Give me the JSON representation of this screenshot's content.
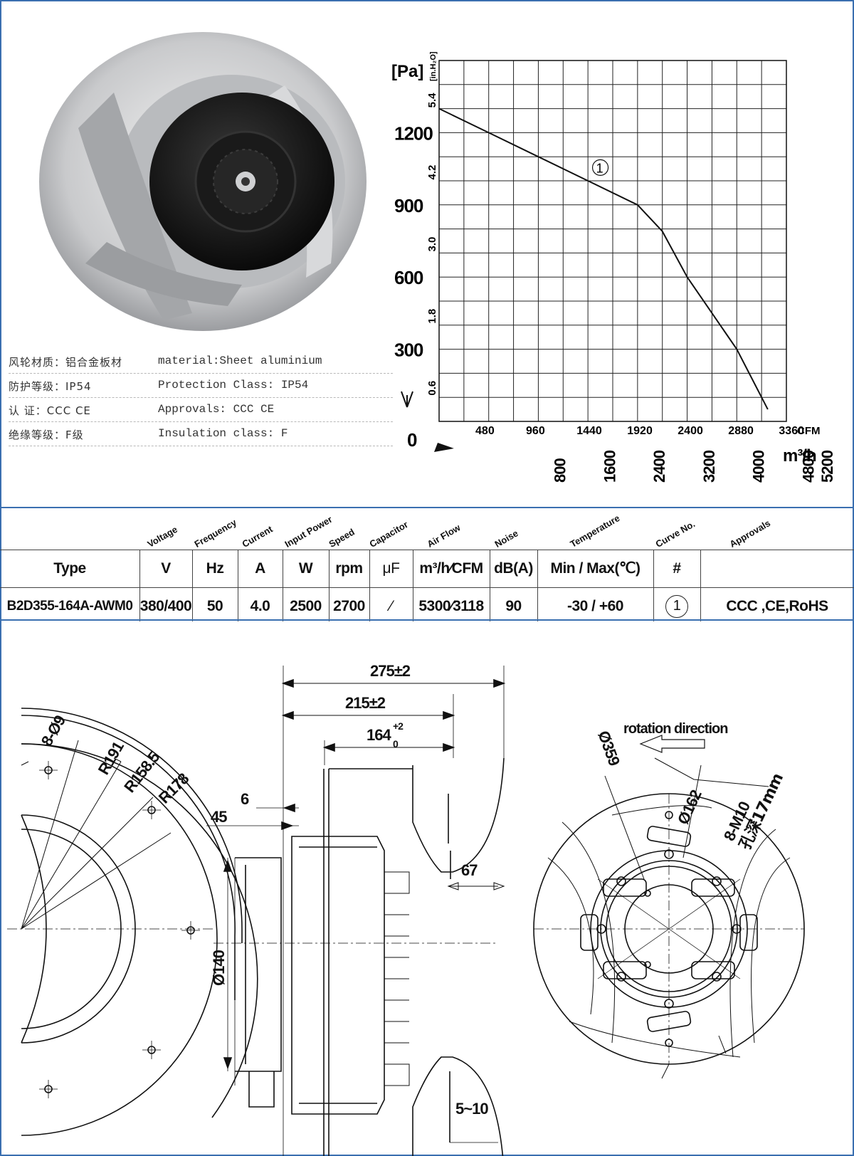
{
  "specs": [
    {
      "cn": "风轮材质：铝合金板材",
      "en": "material:Sheet aluminium",
      "en_left": 210
    },
    {
      "cn": "防护等级：IP54",
      "en": "Protection Class: IP54",
      "en_left": 210
    },
    {
      "cn": "认    证：CCC CE",
      "en": "Approvals: CCC  CE",
      "en_left": 210
    },
    {
      "cn": "绝缘等级：F级",
      "en": "Insulation class: F",
      "en_left": 210
    }
  ],
  "chart_data": {
    "type": "line",
    "title": "",
    "ylabel": "[Pa]",
    "ylabel2": "[in.H₂O]",
    "xunit": "m³/h",
    "xunit2": "CFM",
    "xlim": [
      0,
      5600
    ],
    "ylim": [
      0,
      1500
    ],
    "yticks": [
      0,
      300,
      600,
      900,
      1200
    ],
    "yticks_label": [
      "0",
      "300",
      "600",
      "900",
      "1200"
    ],
    "yticks2": [
      "0.6",
      "1.8",
      "3.0",
      "4.2",
      "5.4"
    ],
    "yticks2_pa": [
      149,
      448,
      747,
      1046,
      1345
    ],
    "xticks": [
      800,
      1600,
      2400,
      3200,
      4000,
      4800,
      5200
    ],
    "xticks_label": [
      "800",
      "1600",
      "2400",
      "3200",
      "4000",
      "4800",
      "5200"
    ],
    "xticks2": [
      "480",
      "960",
      "1440",
      "1920",
      "2400",
      "2880",
      "3360"
    ],
    "xticks2_m3h": [
      815,
      1630,
      2447,
      3262,
      4077,
      4892,
      5708
    ],
    "grid": true,
    "series": [
      {
        "name": "①",
        "x": [
          0,
          800,
          1600,
          2400,
          3200,
          3600,
          4000,
          4800,
          5300
        ],
        "y": [
          1300,
          1200,
          1100,
          1000,
          900,
          790,
          600,
          300,
          50
        ]
      }
    ]
  },
  "table": {
    "headers_rot": [
      "Voltage",
      "Frequency",
      "Current",
      "Input Power",
      "Speed",
      "Capacitor",
      "Air Flow",
      "Noise",
      "Temperature",
      "Curve No.",
      "Approvals"
    ],
    "units": [
      "Type",
      "V",
      "Hz",
      "A",
      "W",
      "rpm",
      "μF",
      "m³/h⁄CFM",
      "dB(A)",
      "Min / Max(℃)",
      "#",
      ""
    ],
    "row": [
      "B2D355-164A-AWM0",
      "380/400",
      "50",
      "4.0",
      "2500",
      "2700",
      "⁄",
      "5300⁄3118",
      "90",
      "-30 / +60",
      "1",
      "CCC ,CE,RoHS"
    ]
  },
  "drawing": {
    "left_labels": [
      "8-Ø9",
      "R191",
      "R158.5",
      "R178"
    ],
    "side_labels": [
      "275±2",
      "215±2",
      "164",
      "+2",
      "0",
      "6",
      "45",
      "Ø140",
      "67",
      "5~10"
    ],
    "right_labels": [
      "rotation direction",
      "Ø359",
      "Ø162",
      "8-M10",
      "孔深17mm"
    ]
  }
}
